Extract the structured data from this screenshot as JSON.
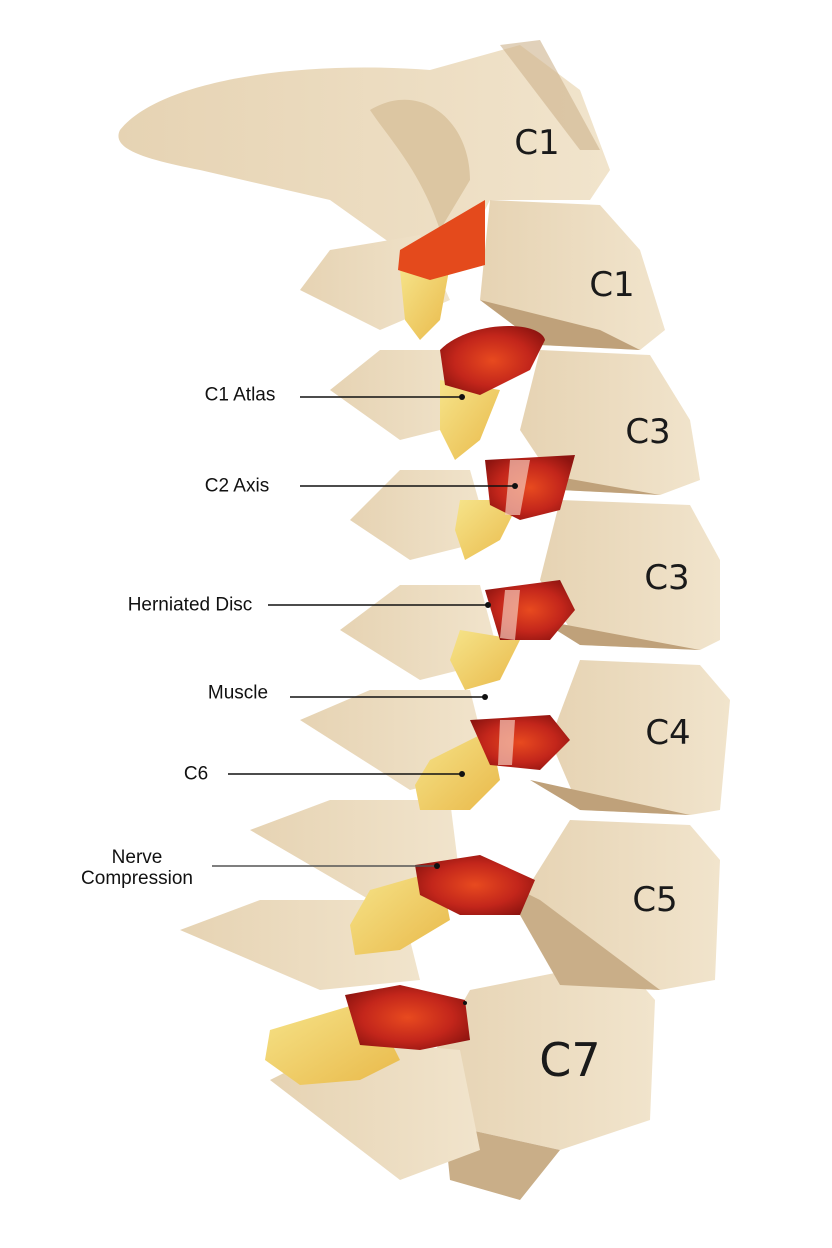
{
  "vertebra_labels": [
    "C1",
    "C1",
    "C3",
    "C3",
    "C4",
    "C5",
    "C7"
  ],
  "callouts": {
    "c1_atlas": "C1 Atlas",
    "c2_axis": "C2 Axis",
    "herniated_disc": "Herniated Disc",
    "muscle": "Muscle",
    "c6": "C6",
    "nerve_compression_line1": "Nerve",
    "nerve_compression_line2": "Compression"
  },
  "colors": {
    "bone": "#ecdcc1",
    "bone_shadow": "#c9ae88",
    "disc": "#c3261b",
    "disc_orange": "#e8501a",
    "nerve": "#f1d468"
  }
}
